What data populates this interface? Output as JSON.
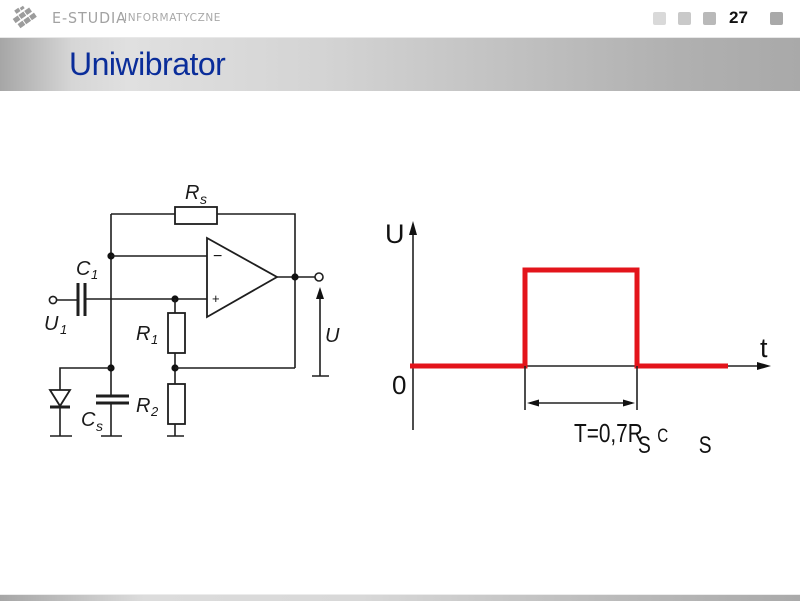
{
  "header": {
    "logo": {
      "icon": "e-studia-logo-icon",
      "name_main": "E-STUDIA",
      "name_sub": "INFORMATYCZNE"
    },
    "nav_icons": [
      "square-icon",
      "square-icon",
      "square-icon",
      "square-icon"
    ],
    "page_number": "27"
  },
  "slide": {
    "title": "Uniwibrator"
  },
  "circuit": {
    "labels": {
      "rs": {
        "main": "R",
        "sub": "s"
      },
      "c1": {
        "main": "C",
        "sub": "1"
      },
      "u1": {
        "main": "U",
        "sub": "1"
      },
      "r1": {
        "main": "R",
        "sub": "1"
      },
      "r2": {
        "main": "R",
        "sub": "2"
      },
      "cs": {
        "main": "C",
        "sub": "s"
      },
      "u_out": "U",
      "inverting_input": "−",
      "noninverting_input": "+"
    }
  },
  "waveform": {
    "y_axis_label": "U",
    "x_axis_label": "t",
    "origin_label": "0",
    "formula": {
      "main": "T=0,7R",
      "sub1": "S",
      "c": "C",
      "sub2": "S"
    }
  },
  "colors": {
    "title": "#0a2d9a",
    "pulse": "#e3141b",
    "header_gray": "#b0b0b0"
  }
}
